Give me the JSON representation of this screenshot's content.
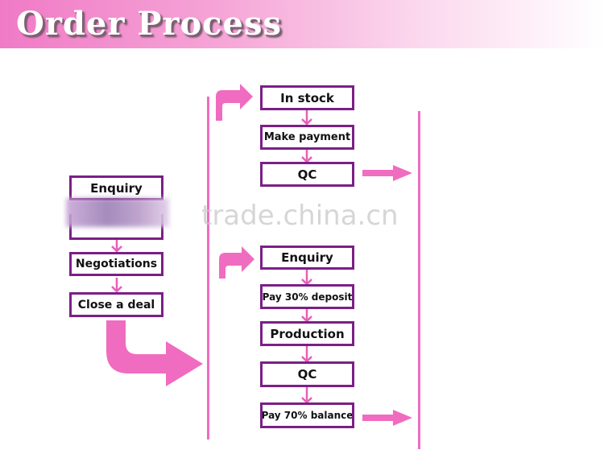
{
  "header": {
    "title": "Order Process"
  },
  "watermark": "trade.china.cn",
  "colors": {
    "banner": "#f07ac6",
    "box_border": "#7b1f86",
    "arrow": "#f06cc0",
    "arrow_small": "#e85fb8"
  },
  "left_flow": {
    "steps": [
      "Enquiry",
      "Negotiations",
      "Close a deal"
    ]
  },
  "stock_flow": {
    "steps": [
      "In stock",
      "Make payment",
      "QC"
    ]
  },
  "production_flow": {
    "steps": [
      "Enquiry",
      "Pay 30% deposit",
      "Production",
      "QC",
      "Pay 70% balance"
    ]
  }
}
